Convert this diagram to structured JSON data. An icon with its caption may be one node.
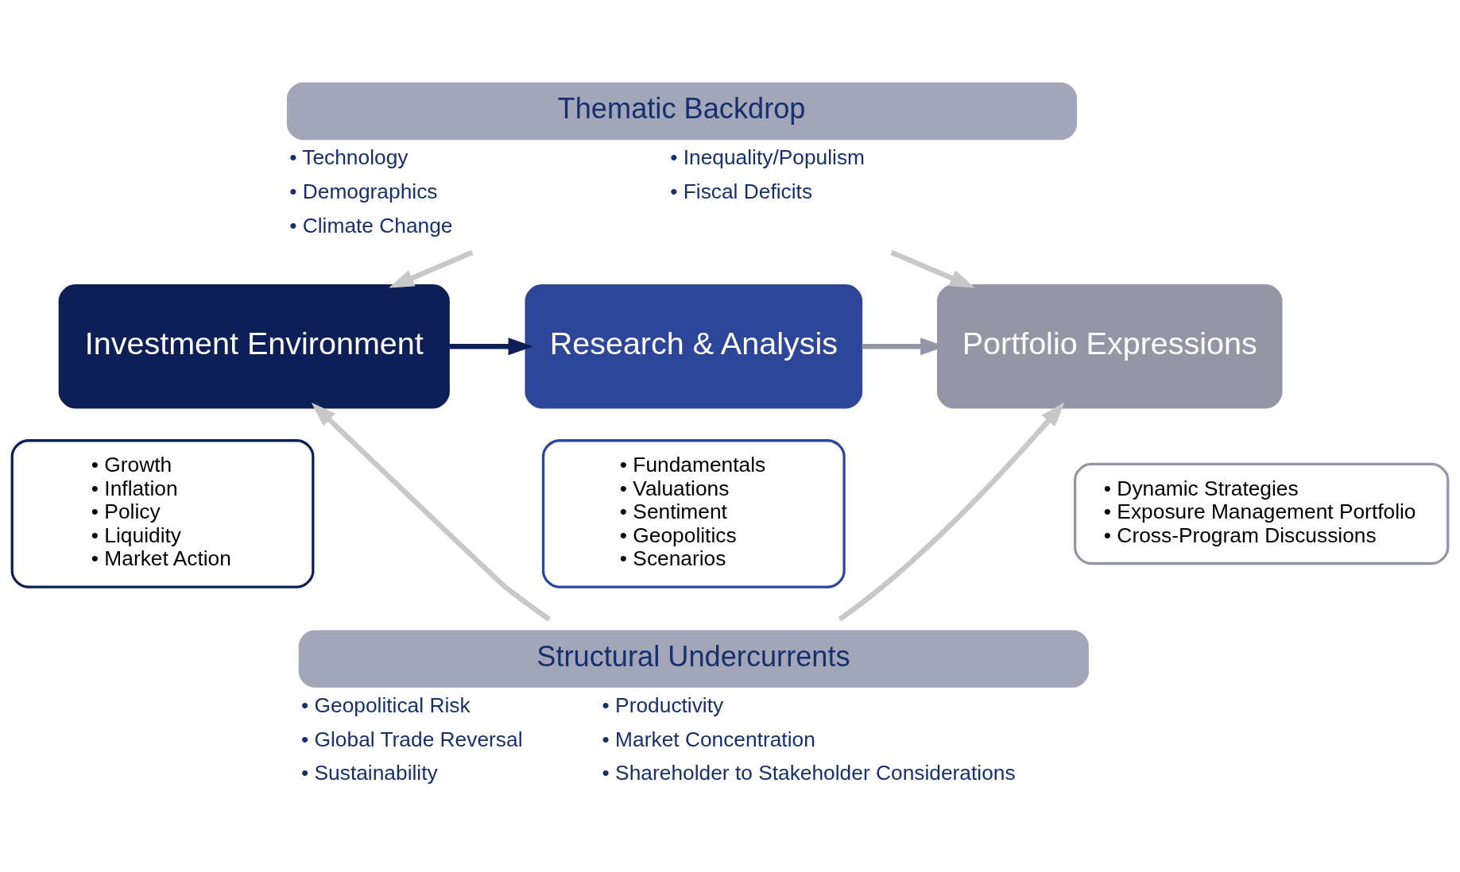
{
  "diagram": {
    "nodes": [
      {
        "text": [
          "Thematic Backdrop"
        ],
        "beside": [
          "• Technology",
          "• Demographics",
          "• Climate Change",
          "• Inequality/Populism",
          "• Fiscal Deficits"
        ]
      },
      {
        "text": [
          "Investment Environment"
        ]
      },
      {
        "text": [
          "• Growth",
          "• Inflation",
          "• Policy",
          "• Liquidity",
          "• Market Action"
        ]
      },
      {
        "text": [
          "Research & Analysis"
        ]
      },
      {
        "text": [
          "• Fundamentals",
          "• Valuations",
          "• Sentiment",
          "• Geopolitics",
          "• Scenarios"
        ]
      },
      {
        "text": [
          "Portfolio Expressions"
        ]
      },
      {
        "text": [
          "• Dynamic Strategies",
          "• Exposure Management Portfolio",
          "• Cross-Program Discussions"
        ]
      },
      {
        "text": [
          "Structural Undercurrents"
        ],
        "beside": [
          "• Geopolitical Risk",
          "• Global Trade Reversal",
          "• Sustainability",
          "• Productivity",
          "• Market Concentration",
          "• Shareholder to Stakeholder Considerations"
        ]
      }
    ],
    "edges": [
      {
        "from": 1,
        "to": 3,
        "arrow": "to",
        "color": "#0c1f56"
      },
      {
        "from": 3,
        "to": 5,
        "arrow": "to",
        "color": "#9496a6"
      },
      {
        "from": 0,
        "to": 1,
        "arrow": "to"
      },
      {
        "from": 0,
        "to": 5,
        "arrow": "to"
      },
      {
        "from": 7,
        "to": 1,
        "arrow": "to"
      },
      {
        "from": 7,
        "to": 5,
        "arrow": "to"
      }
    ]
  }
}
